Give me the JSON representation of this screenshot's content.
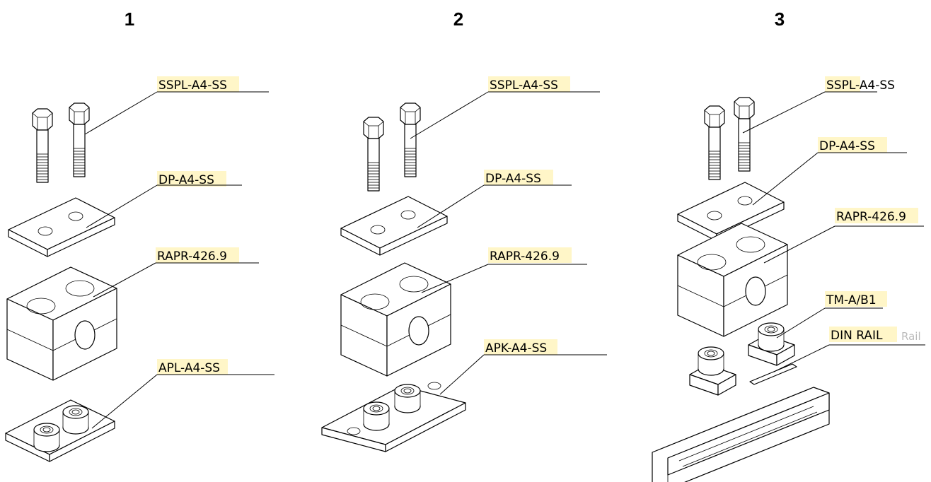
{
  "columns": [
    {
      "number": "1",
      "labels": [
        "SSPL-A4-SS",
        "DP-A4-SS",
        "RAPR-426.9",
        "APL-A4-SS"
      ]
    },
    {
      "number": "2",
      "labels": [
        "SSPL-A4-SS",
        "DP-A4-SS",
        "RAPR-426.9",
        "APK-A4-SS"
      ]
    },
    {
      "number": "3",
      "labels": [
        "SSPL-A4-SS",
        "DP-A4-SS",
        "RAPR-426.9",
        "TM-A/B1",
        "DIN RAIL"
      ],
      "faded_text": "Rail"
    }
  ]
}
